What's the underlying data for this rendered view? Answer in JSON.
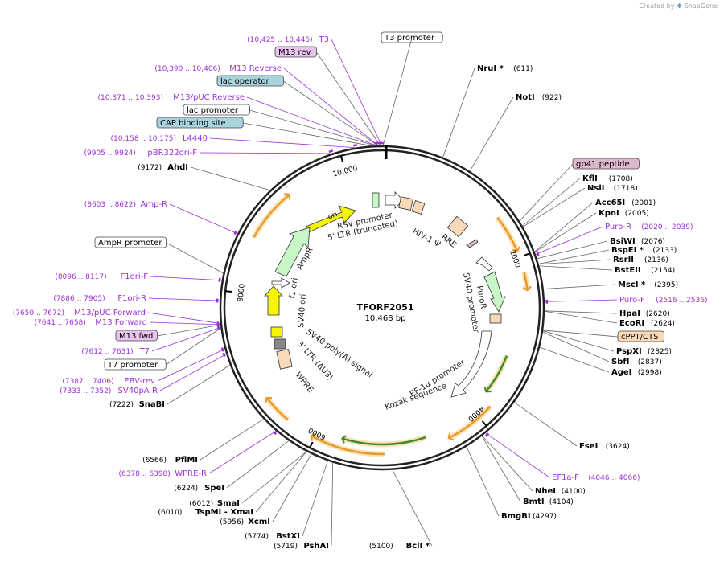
{
  "credit": {
    "prefix": "Created by",
    "brand": "SnapGene",
    "icon": "snapgene-logo-icon"
  },
  "plasmid": {
    "name": "TFORF2051",
    "length_label": "10,468 bp",
    "total_bp": 10468
  },
  "colors": {
    "primer": "#9b30d9",
    "enzyme": "#000000",
    "rna_label_fill": "#ffffff",
    "lac_fill": "#a9d4de",
    "m13_fill": "#e8c3ee",
    "gp41_fill": "#ddb8cf",
    "cppt_fill": "#f9d9b8",
    "orange_arrow": "#e89a2c",
    "green_arrow": "#3e8a2a",
    "yellow": "#f5f500",
    "promoter_fill": "#c8f6c6",
    "peach": "#f9d9b8"
  },
  "scale_ticks": [
    {
      "bp": 2000,
      "label": "2000"
    },
    {
      "bp": 4000,
      "label": "4000"
    },
    {
      "bp": 6000,
      "label": "6000"
    },
    {
      "bp": 8000,
      "label": "8000"
    },
    {
      "bp": 10000,
      "label": "10,000"
    }
  ],
  "labels": [
    {
      "id": "t3",
      "type": "primer",
      "text": "T3",
      "range": "(10,425 .. 10,445)",
      "bp": 10435
    },
    {
      "id": "t3-promoter",
      "type": "boxed",
      "text": "T3 promoter",
      "bp": 10450
    },
    {
      "id": "m13-rev",
      "type": "boxed-m13",
      "text": "M13 rev",
      "bp": 10420
    },
    {
      "id": "m13-reverse",
      "type": "primer",
      "text": "M13 Reverse",
      "range": "(10,390 .. 10,406)",
      "bp": 10398
    },
    {
      "id": "lac-operator",
      "type": "boxed-lac",
      "text": "lac operator",
      "bp": 10395
    },
    {
      "id": "m13-puc-reverse",
      "type": "primer",
      "text": "M13/pUC Reverse",
      "range": "(10,371 .. 10,393)",
      "bp": 10382
    },
    {
      "id": "lac-promoter",
      "type": "boxed",
      "text": "lac promoter",
      "bp": 10370
    },
    {
      "id": "cap-binding-site",
      "type": "boxed-lac",
      "text": "CAP binding site",
      "bp": 10330
    },
    {
      "id": "l4440",
      "type": "primer",
      "text": "L4440",
      "range": "(10,158 .. 10,175)",
      "bp": 10166
    },
    {
      "id": "pbr322ori-f",
      "type": "primer",
      "text": "pBR322ori-F",
      "range": "(9905 .. 9924)",
      "bp": 9914
    },
    {
      "id": "ahdi",
      "type": "enzyme",
      "text": "AhdI",
      "pos": "(9172)",
      "bp": 9172
    },
    {
      "id": "amp-r",
      "type": "primer",
      "text": "Amp-R",
      "range": "(8603 .. 8622)",
      "bp": 8612
    },
    {
      "id": "ampr-promoter",
      "type": "boxed",
      "text": "AmpR promoter",
      "bp": 8180
    },
    {
      "id": "f1ori-f",
      "type": "primer",
      "text": "F1ori-F",
      "range": "(8096 .. 8117)",
      "bp": 8106
    },
    {
      "id": "f1ori-r",
      "type": "primer",
      "text": "F1ori-R",
      "range": "(7886 .. 7905)",
      "bp": 7896
    },
    {
      "id": "m13-puc-forward",
      "type": "primer",
      "text": "M13/pUC Forward",
      "range": "(7650 .. 7672)",
      "bp": 7661
    },
    {
      "id": "m13-forward",
      "type": "primer",
      "text": "M13 Forward",
      "range": "(7641 .. 7658)",
      "bp": 7650
    },
    {
      "id": "m13-fwd",
      "type": "boxed-m13",
      "text": "M13 fwd",
      "bp": 7648
    },
    {
      "id": "t7",
      "type": "primer",
      "text": "T7",
      "range": "(7612 .. 7631)",
      "bp": 7622
    },
    {
      "id": "t7-promoter",
      "type": "boxed",
      "text": "T7 promoter",
      "bp": 7615
    },
    {
      "id": "ebv-rev",
      "type": "primer",
      "text": "EBV-rev",
      "range": "(7387 .. 7406)",
      "bp": 7396
    },
    {
      "id": "sv40pa-r",
      "type": "primer",
      "text": "SV40pA-R",
      "range": "(7333 .. 7352)",
      "bp": 7342
    },
    {
      "id": "snabi",
      "type": "enzyme",
      "text": "SnaBI",
      "pos": "(7222)",
      "bp": 7222
    },
    {
      "id": "pflmi",
      "type": "enzyme",
      "text": "PflMI",
      "pos": "(6566)",
      "bp": 6566
    },
    {
      "id": "wpre-r",
      "type": "primer",
      "text": "WPRE-R",
      "range": "(6378 .. 6398)",
      "bp": 6388
    },
    {
      "id": "spei",
      "type": "enzyme",
      "text": "SpeI",
      "pos": "(6224)",
      "bp": 6224
    },
    {
      "id": "smai",
      "type": "enzyme",
      "text": "SmaI",
      "pos": "(6012)",
      "bp": 6012
    },
    {
      "id": "tspmi-xmai",
      "type": "enzyme",
      "text": "TspMI  - XmaI",
      "pos": "(6010)",
      "bp": 6010
    },
    {
      "id": "xcmi",
      "type": "enzyme",
      "text": "XcmI",
      "pos": "(5956)",
      "bp": 5956
    },
    {
      "id": "bstxi",
      "type": "enzyme",
      "text": "BstXI",
      "pos": "(5774)",
      "bp": 5774
    },
    {
      "id": "pshai",
      "type": "enzyme",
      "text": "PshAI",
      "pos": "(5719)",
      "bp": 5719
    },
    {
      "id": "bcli",
      "type": "enzyme",
      "text": "BclI *",
      "pos": "(5100)",
      "bp": 5100
    },
    {
      "id": "bmgbi",
      "type": "enzyme",
      "text": "BmgBI",
      "pos": "(4297)",
      "bp": 4297
    },
    {
      "id": "bmti",
      "type": "enzyme",
      "text": "BmtI",
      "pos": "(4104)",
      "bp": 4104
    },
    {
      "id": "nhei",
      "type": "enzyme",
      "text": "NheI",
      "pos": "(4100)",
      "bp": 4100
    },
    {
      "id": "ef1a-f",
      "type": "primer",
      "text": "EF1a-F",
      "range": "(4046 .. 4066)",
      "bp": 4056
    },
    {
      "id": "fsei",
      "type": "enzyme",
      "text": "FseI",
      "pos": "(3624)",
      "bp": 3624
    },
    {
      "id": "agei",
      "type": "enzyme",
      "text": "AgeI",
      "pos": "(2998)",
      "bp": 2998
    },
    {
      "id": "sbfi",
      "type": "enzyme",
      "text": "SbfI",
      "pos": "(2837)",
      "bp": 2837
    },
    {
      "id": "pspxi",
      "type": "enzyme",
      "text": "PspXI",
      "pos": "(2825)",
      "bp": 2825
    },
    {
      "id": "cppt-cts",
      "type": "boxed-cppt",
      "text": "cPPT/CTS",
      "bp": 2820
    },
    {
      "id": "ecori",
      "type": "enzyme",
      "text": "EcoRI",
      "pos": "(2624)",
      "bp": 2624
    },
    {
      "id": "hpai",
      "type": "enzyme",
      "text": "HpaI",
      "pos": "(2620)",
      "bp": 2620
    },
    {
      "id": "puro-f",
      "type": "primer",
      "text": "Puro-F",
      "range": "(2516 .. 2536)",
      "bp": 2526
    },
    {
      "id": "msci",
      "type": "enzyme",
      "text": "MscI *",
      "pos": "(2395)",
      "bp": 2395
    },
    {
      "id": "bsteii",
      "type": "enzyme",
      "text": "BstEII",
      "pos": "(2154)",
      "bp": 2154
    },
    {
      "id": "rsrii",
      "type": "enzyme",
      "text": "RsrII",
      "pos": "(2136)",
      "bp": 2136
    },
    {
      "id": "bspei",
      "type": "enzyme",
      "text": "BspEI *",
      "pos": "(2133)",
      "bp": 2133
    },
    {
      "id": "bsiwi",
      "type": "enzyme",
      "text": "BsiWI",
      "pos": "(2076)",
      "bp": 2076
    },
    {
      "id": "puro-r",
      "type": "primer",
      "text": "Puro-R",
      "range": "(2020 .. 2039)",
      "bp": 2030
    },
    {
      "id": "kpni",
      "type": "enzyme",
      "text": "KpnI",
      "pos": "(2005)",
      "bp": 2005
    },
    {
      "id": "acc65i",
      "type": "enzyme",
      "text": "Acc65I",
      "pos": "(2001)",
      "bp": 2001
    },
    {
      "id": "nsii",
      "type": "enzyme",
      "text": "NsiI",
      "pos": "(1718)",
      "bp": 1718
    },
    {
      "id": "kfli",
      "type": "enzyme",
      "text": "KflI",
      "pos": "(1708)",
      "bp": 1708
    },
    {
      "id": "gp41-peptide",
      "type": "boxed-gp41",
      "text": "gp41 peptide",
      "bp": 1650
    },
    {
      "id": "noti",
      "type": "enzyme",
      "text": "NotI",
      "pos": "(922)",
      "bp": 922
    },
    {
      "id": "nrui",
      "type": "enzyme",
      "text": "NruI *",
      "pos": "(611)",
      "bp": 611
    }
  ],
  "inner_labels": [
    {
      "id": "rsv-promoter",
      "text": "RSV promoter"
    },
    {
      "id": "ltr-truncated",
      "text": "5' LTR (truncated)"
    },
    {
      "id": "hiv-psi",
      "text": "HIV-1 Ψ"
    },
    {
      "id": "rre",
      "text": "RRE"
    },
    {
      "id": "ori",
      "text": "ori"
    },
    {
      "id": "ampr",
      "text": "AmpR"
    },
    {
      "id": "f1-ori",
      "text": "f1 ori"
    },
    {
      "id": "sv40-ori",
      "text": "SV40 ori"
    },
    {
      "id": "sv40-polya",
      "text": "SV40 poly(A) signal"
    },
    {
      "id": "ltr3",
      "text": "3' LTR (ΔU3)"
    },
    {
      "id": "wpre",
      "text": "WPRE"
    },
    {
      "id": "puror",
      "text": "PuroR"
    },
    {
      "id": "sv40-promoter",
      "text": "SV40 promoter"
    },
    {
      "id": "ef1a-promoter",
      "text": "EF-1α promoter"
    },
    {
      "id": "kozak",
      "text": "Kozak sequence"
    }
  ]
}
